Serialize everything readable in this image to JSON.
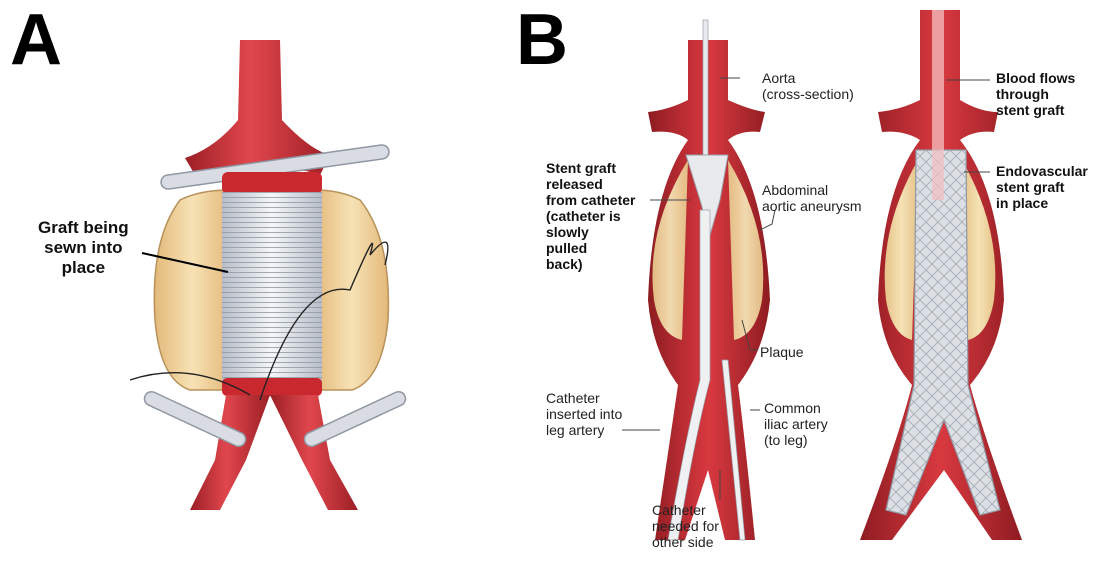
{
  "panels": {
    "a": {
      "letter": "A",
      "graft_label": "Graft being\nsewn into\nplace"
    },
    "b": {
      "letter": "B",
      "labels": {
        "aorta": "Aorta\n(cross-section)",
        "stent_released": "Stent graft\nreleased\nfrom catheter\n(catheter is\nslowly\npulled\nback)",
        "aneurysm": "Abdominal\naortic aneurysm",
        "plaque": "Plaque",
        "catheter_leg": "Catheter\ninserted into\nleg artery",
        "common_iliac": "Common\niliac artery\n(to leg)",
        "catheter_other": "Catheter\nneeded for\nother side",
        "blood_flows": "Blood flows\nthrough\nstent graft",
        "endovascular": "Endovascular\nstent graft\nin place"
      }
    }
  },
  "colors": {
    "artery": "#c9282f",
    "artery_dark": "#8e1c22",
    "aneurysm_fat": "#f0d39b",
    "graft": "#e4e7ec",
    "retractor": "#d9dde3"
  }
}
